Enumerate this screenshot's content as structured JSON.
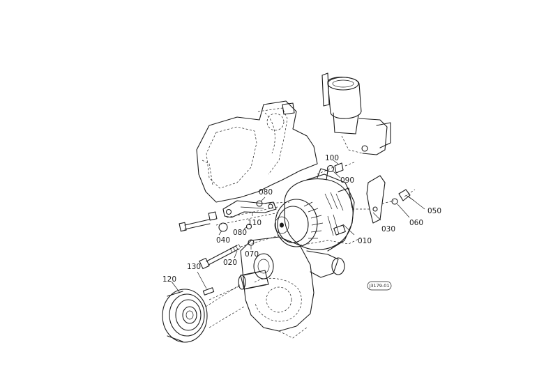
{
  "diagram": {
    "drawing_code": "J3179-01",
    "callouts": [
      {
        "id": "010",
        "text": "010"
      },
      {
        "id": "020",
        "text": "020"
      },
      {
        "id": "030",
        "text": "030"
      },
      {
        "id": "040",
        "text": "040"
      },
      {
        "id": "050",
        "text": "050"
      },
      {
        "id": "060",
        "text": "060"
      },
      {
        "id": "070",
        "text": "070"
      },
      {
        "id": "080a",
        "text": "080"
      },
      {
        "id": "080b",
        "text": "080"
      },
      {
        "id": "090",
        "text": "090"
      },
      {
        "id": "100",
        "text": "100"
      },
      {
        "id": "110",
        "text": "110"
      },
      {
        "id": "120",
        "text": "120"
      },
      {
        "id": "130",
        "text": "130"
      }
    ]
  }
}
